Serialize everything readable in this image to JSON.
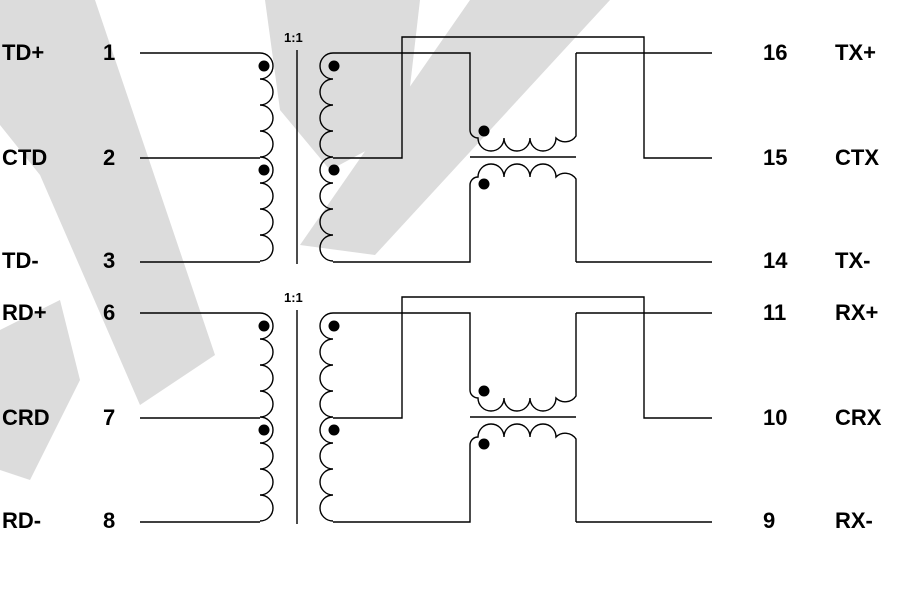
{
  "watermark_color": "#dcdcdc",
  "line_color": "#000000",
  "tx_section": {
    "ratio": "1:1",
    "left_pins": [
      {
        "name": "TD+",
        "pin": "1"
      },
      {
        "name": "CTD",
        "pin": "2"
      },
      {
        "name": "TD-",
        "pin": "3"
      }
    ],
    "right_pins": [
      {
        "pin": "16",
        "name": "TX+"
      },
      {
        "pin": "15",
        "name": "CTX"
      },
      {
        "pin": "14",
        "name": "TX-"
      }
    ]
  },
  "rx_section": {
    "ratio": "1:1",
    "left_pins": [
      {
        "name": "RD+",
        "pin": "6"
      },
      {
        "name": "CRD",
        "pin": "7"
      },
      {
        "name": "RD-",
        "pin": "8"
      }
    ],
    "right_pins": [
      {
        "pin": "11",
        "name": "RX+"
      },
      {
        "pin": "10",
        "name": "CRX"
      },
      {
        "pin": "9",
        "name": "RX-"
      }
    ]
  }
}
